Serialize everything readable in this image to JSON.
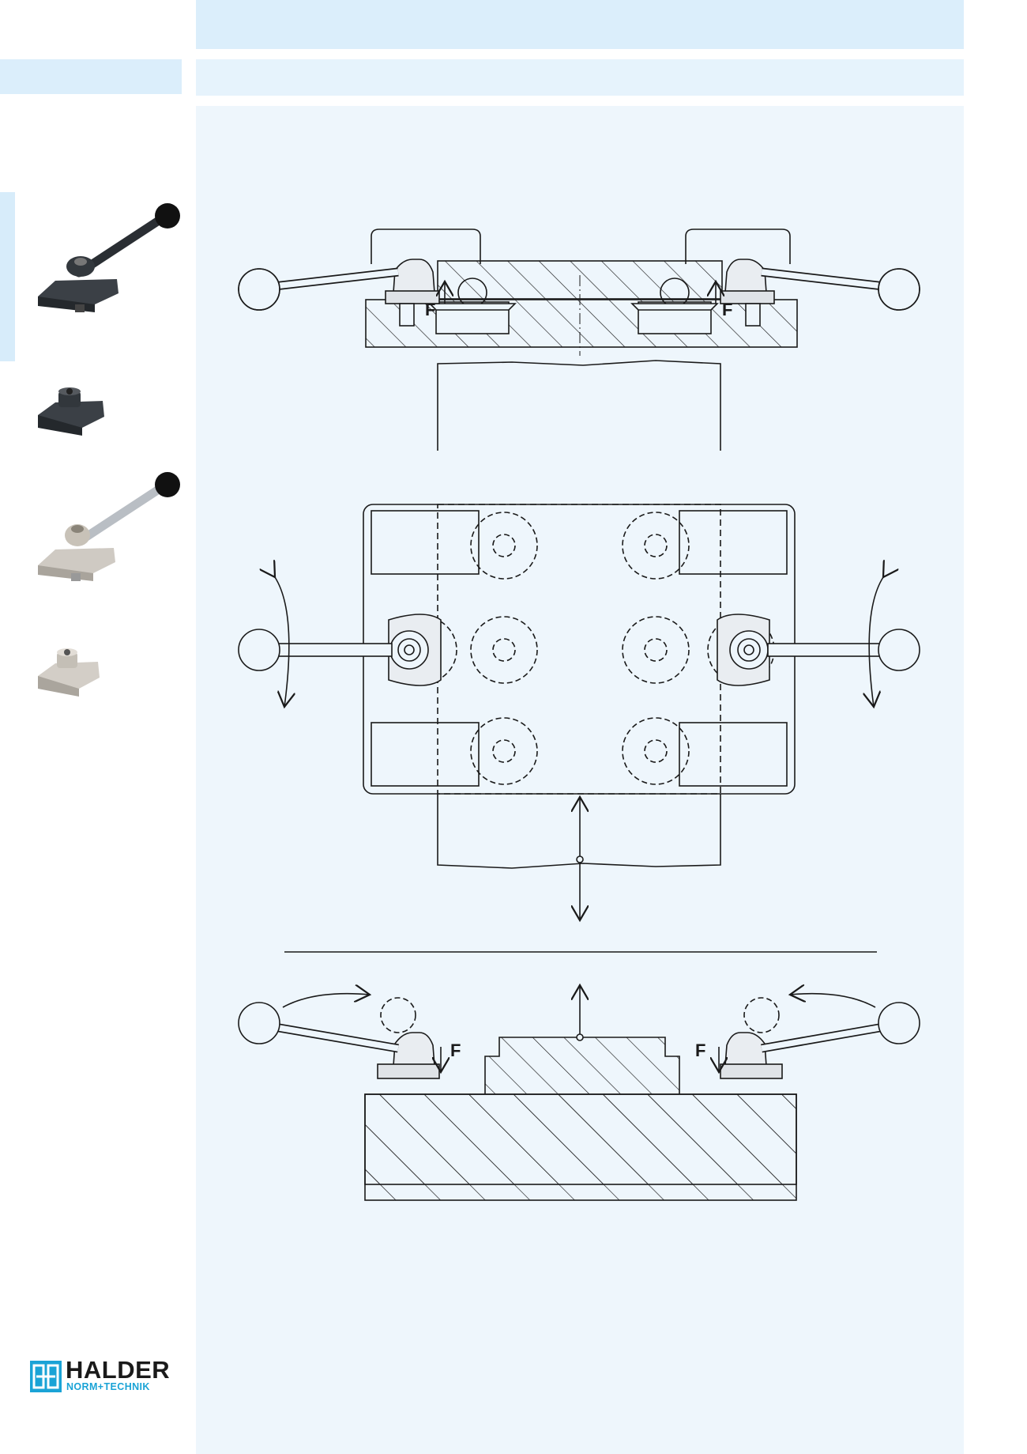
{
  "logo": {
    "name": "HALDER",
    "tagline": "NORM+TECHNIK"
  },
  "drawing": {
    "force_label": "F"
  },
  "colors": {
    "header_band": "#dbeefb",
    "content_panel": "#eef6fc",
    "brand_blue": "#1aa3d6",
    "line": "#1a1a1a"
  },
  "icons": [
    "cam-clamp-black-icon",
    "clamp-nut-black-icon",
    "cam-clamp-steel-icon",
    "clamp-nut-steel-icon"
  ]
}
